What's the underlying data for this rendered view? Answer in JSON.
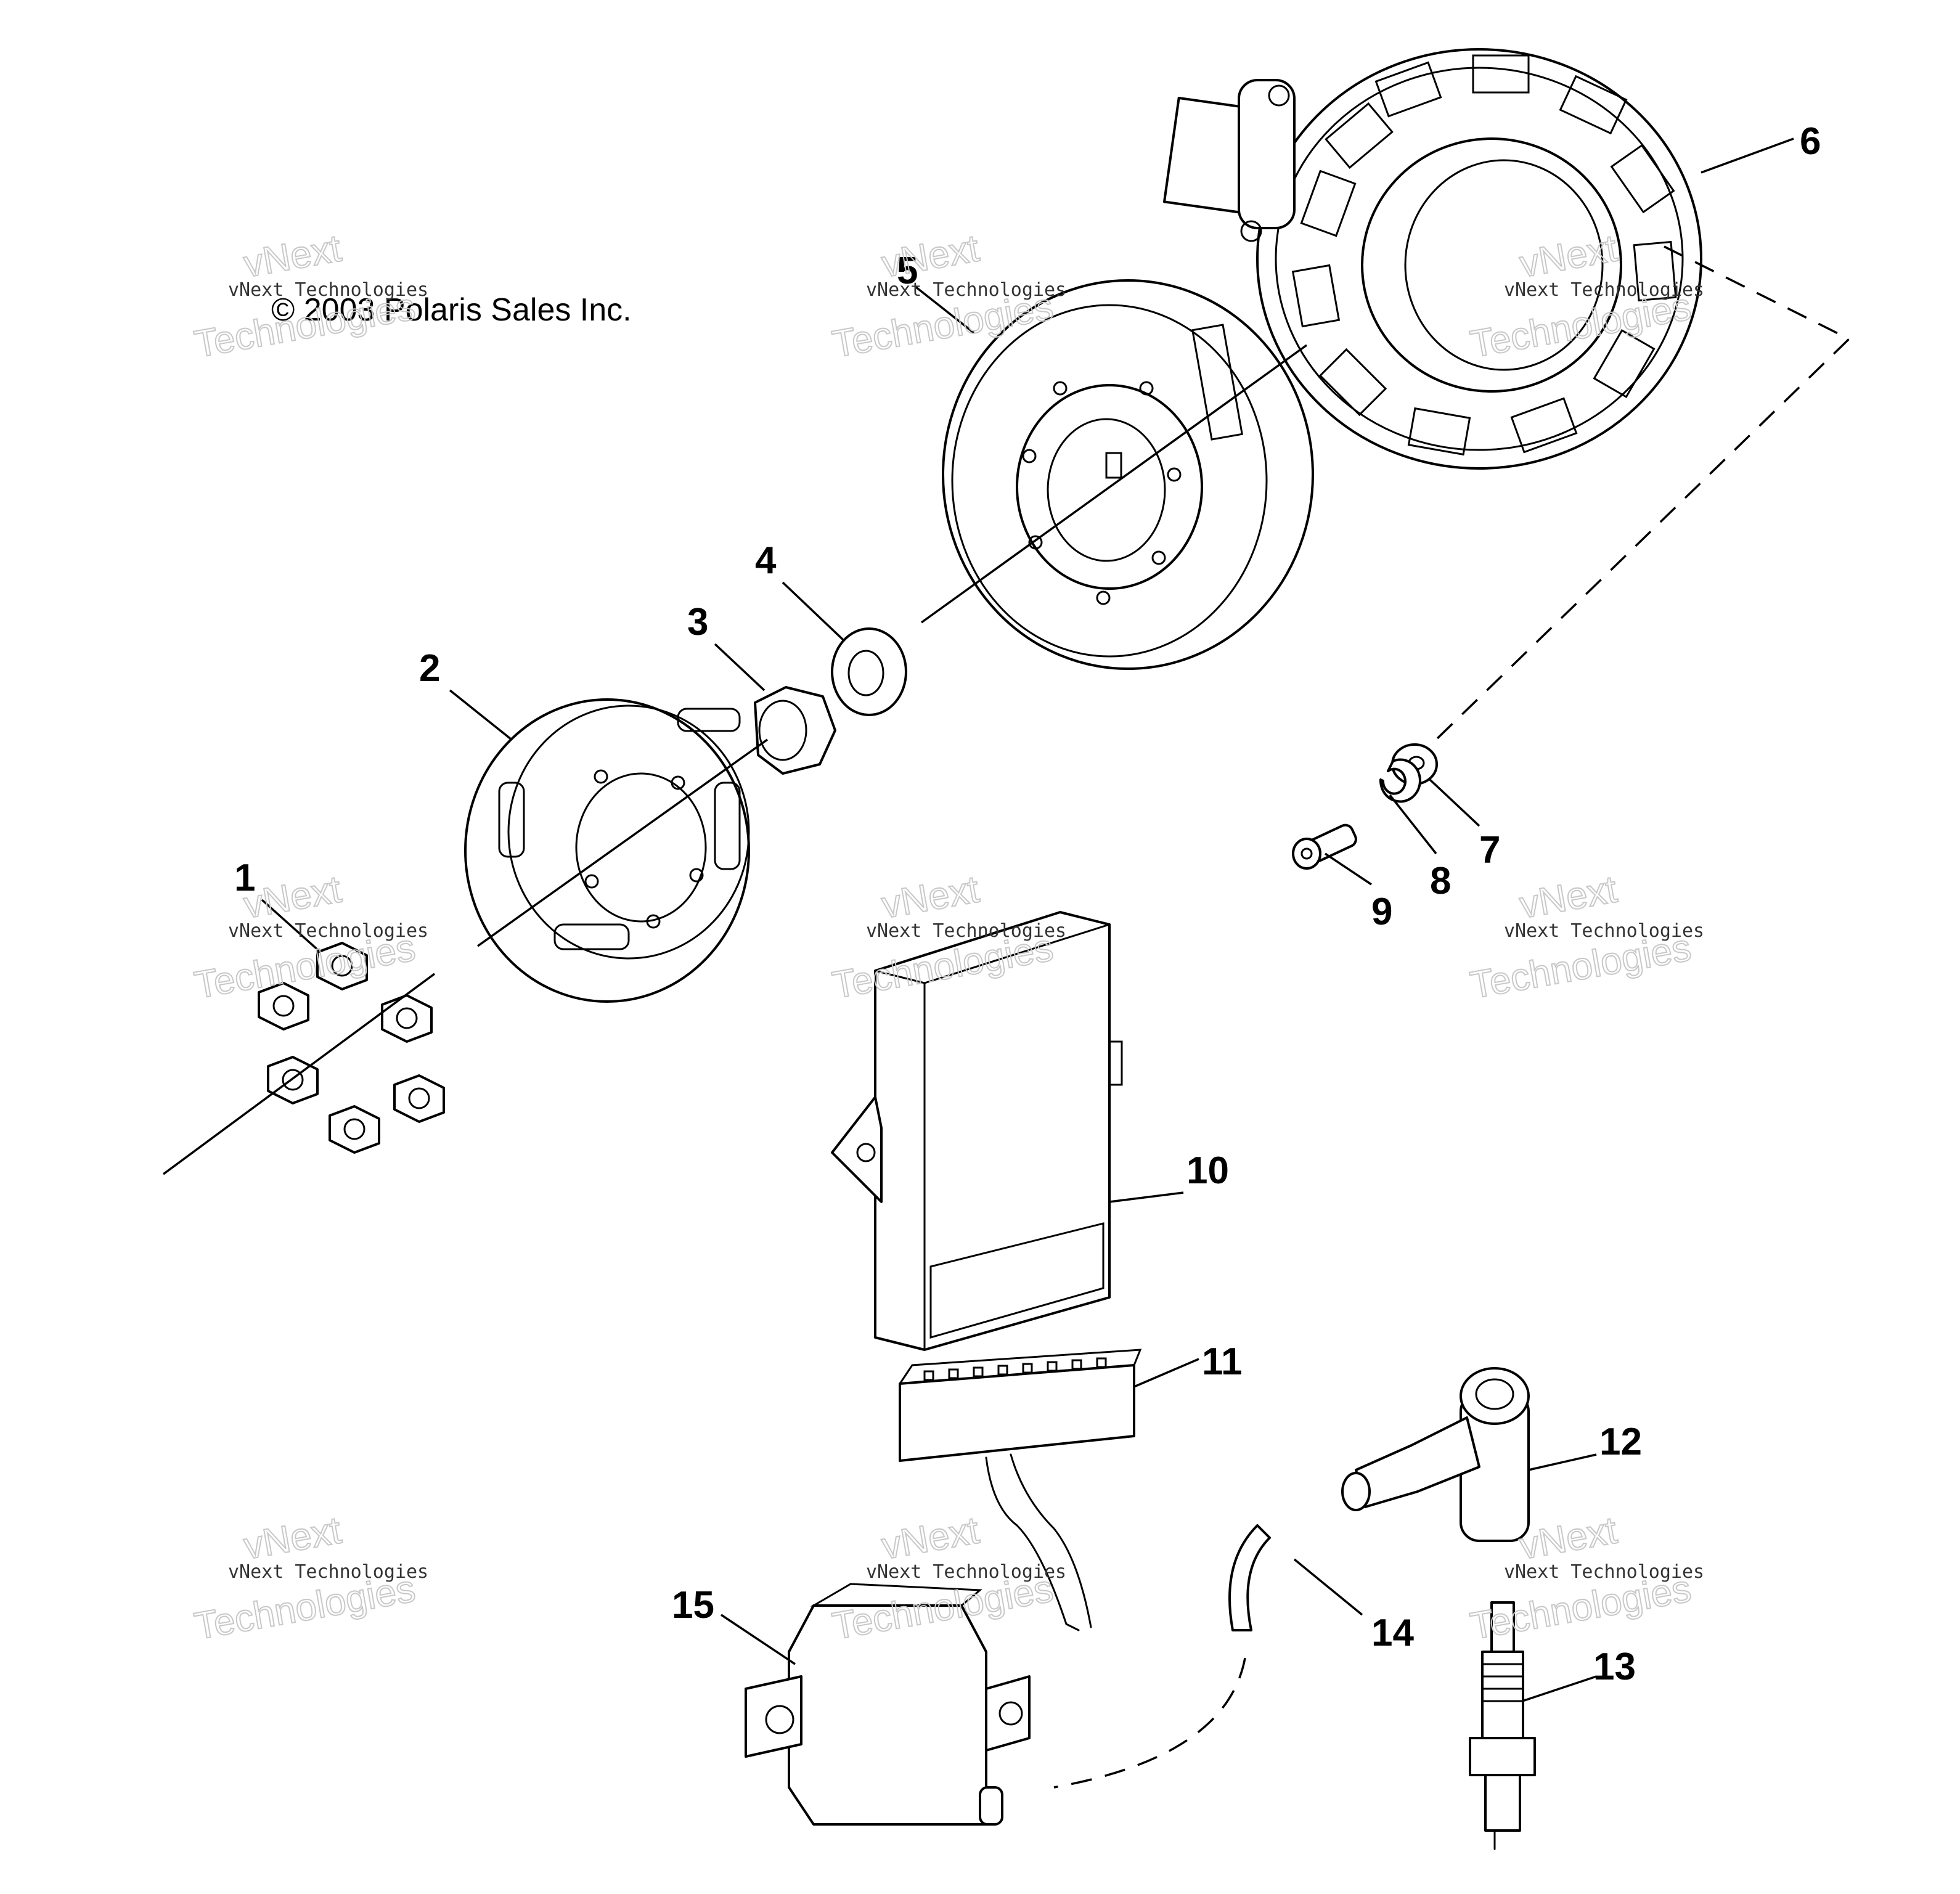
{
  "copyright": "© 2003 Polaris Sales Inc.",
  "watermark": {
    "line_small": "vNext Technologies",
    "line_big_1": "vNext",
    "line_big_2": "Technologies"
  },
  "callouts": [
    "1",
    "2",
    "3",
    "4",
    "5",
    "6",
    "7",
    "8",
    "9",
    "10",
    "11",
    "12",
    "13",
    "14",
    "15"
  ],
  "colors": {
    "ink": "#000000",
    "paper": "#ffffff",
    "watermark": "#c8c8c8"
  }
}
